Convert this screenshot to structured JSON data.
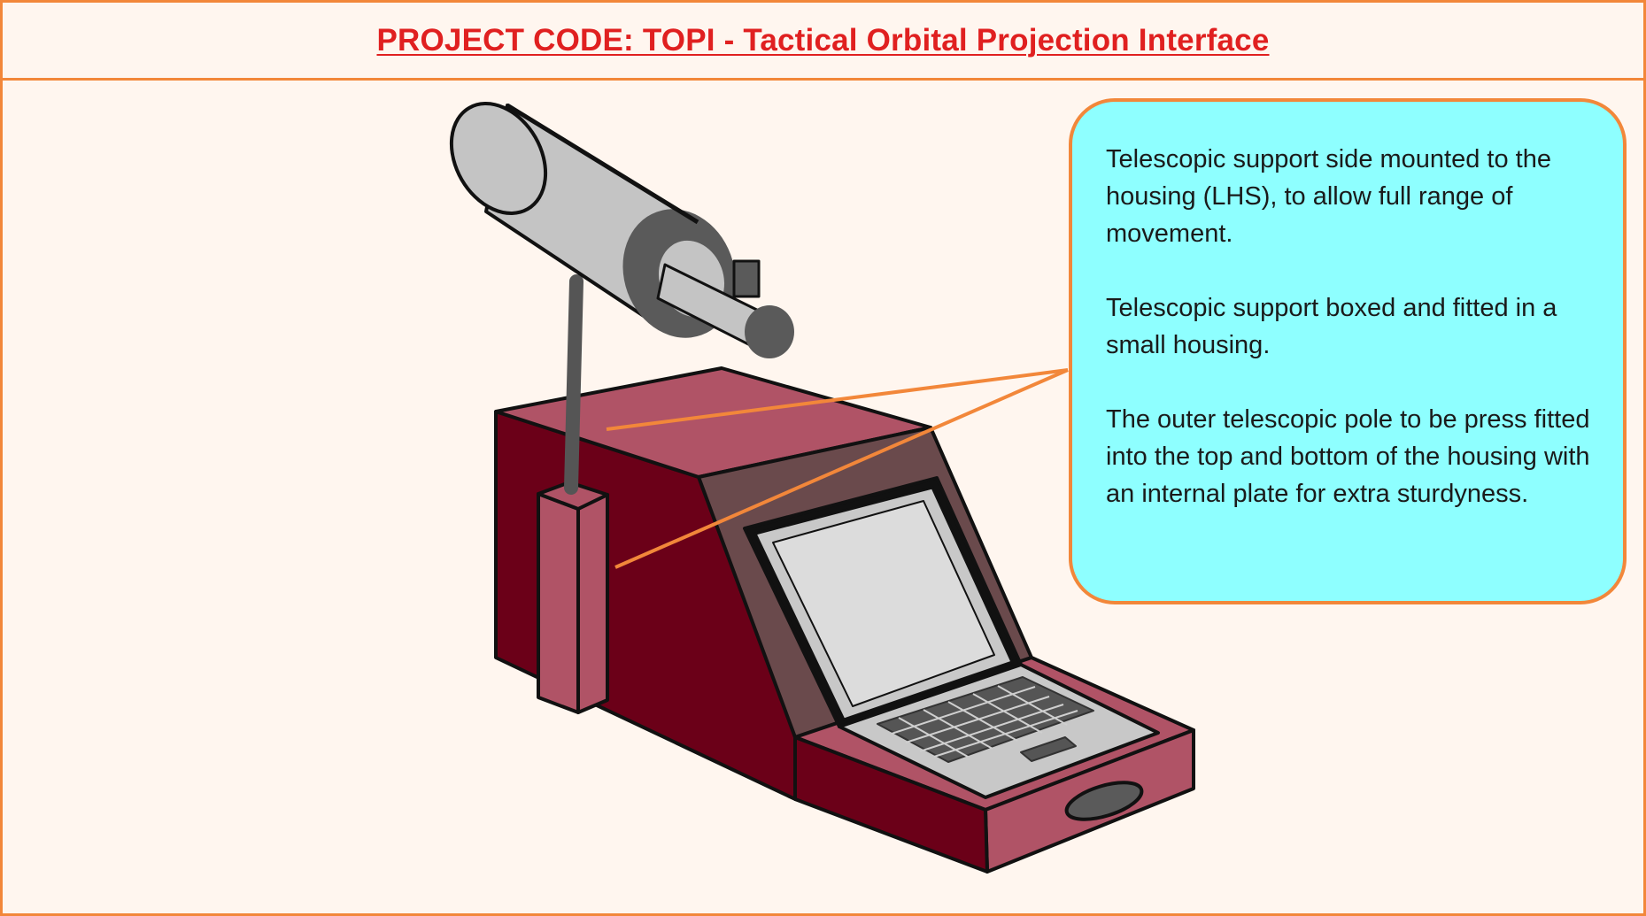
{
  "header": {
    "title": "PROJECT CODE: TOPI - Tactical Orbital Projection Interface"
  },
  "callout": {
    "paragraphs": [
      "Telescopic support side mounted to the housing (LHS), to allow full range of movement.",
      "Telescopic support boxed and fitted in a small housing.",
      "The outer telescopic pole to be press fitted into the top and bottom of the housing with an internal plate for extra sturdyness."
    ]
  },
  "colors": {
    "border": "#f2873a",
    "title": "#e02020",
    "background": "#fff6ef",
    "callout_fill": "#8effff",
    "housing_dark": "#6b0018",
    "housing_light": "#b05366",
    "screen_panel": "#6a4a4c",
    "telescope_body": "#c4c4c4",
    "telescope_dark": "#5a5a5a",
    "leader_lines": "#f2873a"
  }
}
